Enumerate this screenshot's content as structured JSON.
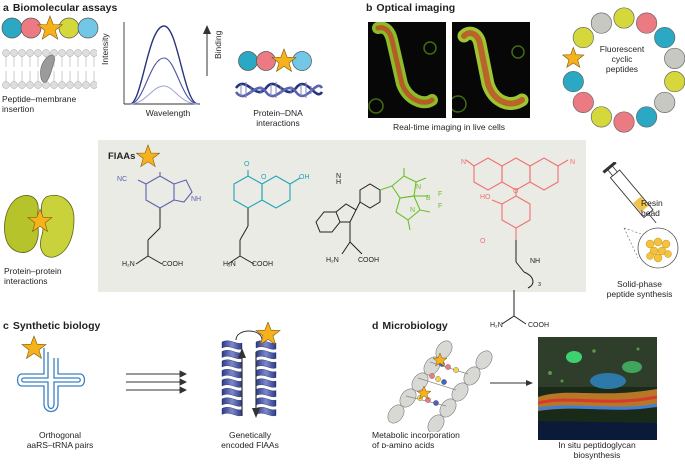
{
  "panels": {
    "a": {
      "letter": "a",
      "title": "Biomolecular assays"
    },
    "b": {
      "letter": "b",
      "title": "Optical imaging"
    },
    "c": {
      "letter": "c",
      "title": "Synthetic biology"
    },
    "d": {
      "letter": "d",
      "title": "Microbiology"
    }
  },
  "labels": {
    "peptide_membrane": [
      "Peptide–membrane",
      "insertion"
    ],
    "intensity_axis": "Intensity",
    "wavelength_axis": "Wavelength",
    "binding_arrow": "Binding",
    "protein_dna": [
      "Protein–DNA",
      "interactions"
    ],
    "live_cells": "Real-time imaging in live cells",
    "cyclic_peptides": [
      "Fluorescent",
      "cyclic",
      "peptides"
    ],
    "protein_protein": [
      "Protein–protein",
      "interactions"
    ],
    "flaas_title": "FlAAs",
    "resin_bead": [
      "Resin",
      "bead"
    ],
    "solid_phase": [
      "Solid-phase",
      "peptide synthesis"
    ],
    "orthogonal": [
      "Orthogonal",
      "aaRS–tRNA pairs"
    ],
    "genetically": [
      "Genetically",
      "encoded FlAAs"
    ],
    "metabolic": [
      "Metabolic incorporation",
      "of ᴅ-amino acids"
    ],
    "in_situ": [
      "In situ peptidoglycan",
      "biosynthesis"
    ]
  },
  "chem": {
    "nc": "NC",
    "nh": "NH",
    "h2n": "H₂N",
    "cooh": "COOH",
    "o": "O",
    "oh": "OH",
    "h": "H",
    "n": "N",
    "n_plus": "N",
    "b": "B",
    "f": "F",
    "ho": "HO",
    "subscript3": "3"
  },
  "colors": {
    "panel_gray": "#ebebe6",
    "navy": "#26347a",
    "star": "#f6b11b",
    "pink": "#ec7a83",
    "teal": "#2aa8c4",
    "yellow_green": "#d5d83b",
    "light_blue": "#73c7e6",
    "tryptophan_blue": "#5b63ae",
    "coumarin_teal": "#22a4b4",
    "bodipy_green": "#6cbf2b",
    "rhodamine_red": "#f07070"
  }
}
